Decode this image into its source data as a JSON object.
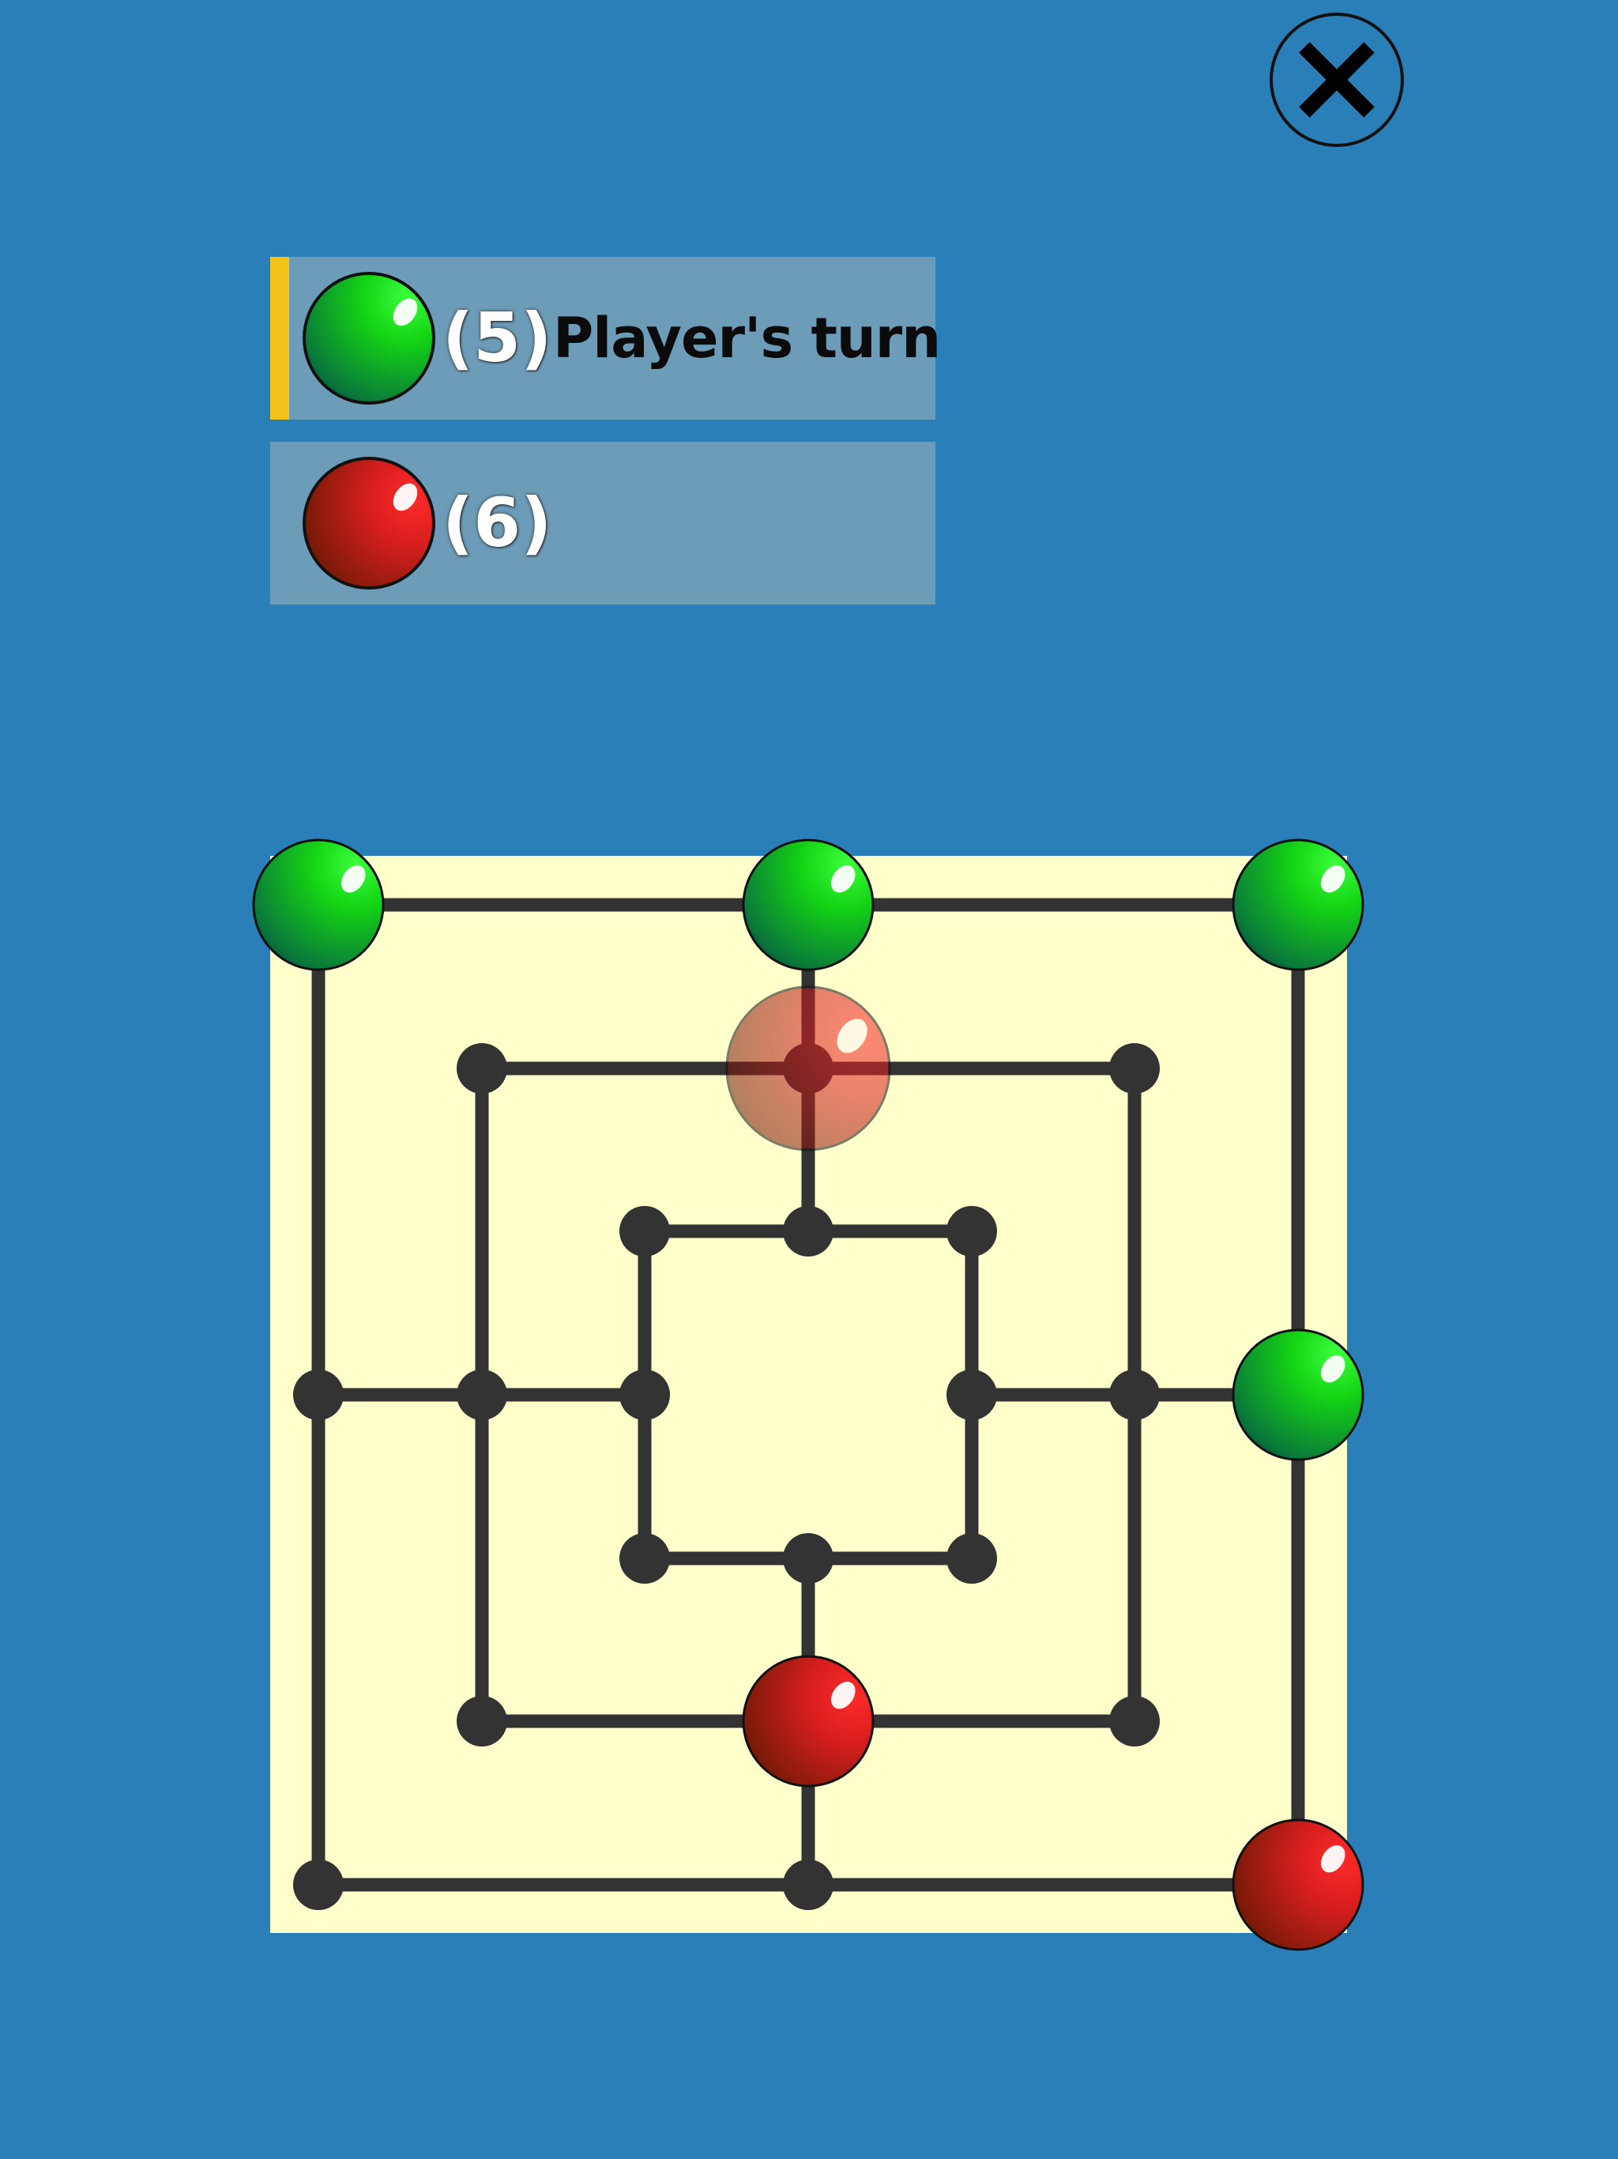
{
  "colors": {
    "background": "#2a7fb8",
    "panel": "#6d9cb8",
    "turn_indicator": "#f2c318",
    "board": "#ffffcc",
    "board_lines": "#333333",
    "player_green": "#14d414",
    "player_red": "#d81e1e"
  },
  "close_button": {
    "icon": "close-icon"
  },
  "players": [
    {
      "color": "green",
      "count_label": "(5)",
      "status": "Player's turn",
      "active": true
    },
    {
      "color": "red",
      "count_label": "(6)",
      "status": "",
      "active": false
    }
  ],
  "board": {
    "pieces": [
      {
        "color": "green",
        "point": "outer-top-left"
      },
      {
        "color": "green",
        "point": "outer-top-middle"
      },
      {
        "color": "green",
        "point": "outer-top-right"
      },
      {
        "color": "green",
        "point": "outer-middle-right"
      },
      {
        "color": "red",
        "point": "middle-bottom-middle"
      },
      {
        "color": "red",
        "point": "outer-bottom-right"
      }
    ],
    "ghost_piece": {
      "color": "red",
      "point": "middle-top-middle"
    }
  }
}
